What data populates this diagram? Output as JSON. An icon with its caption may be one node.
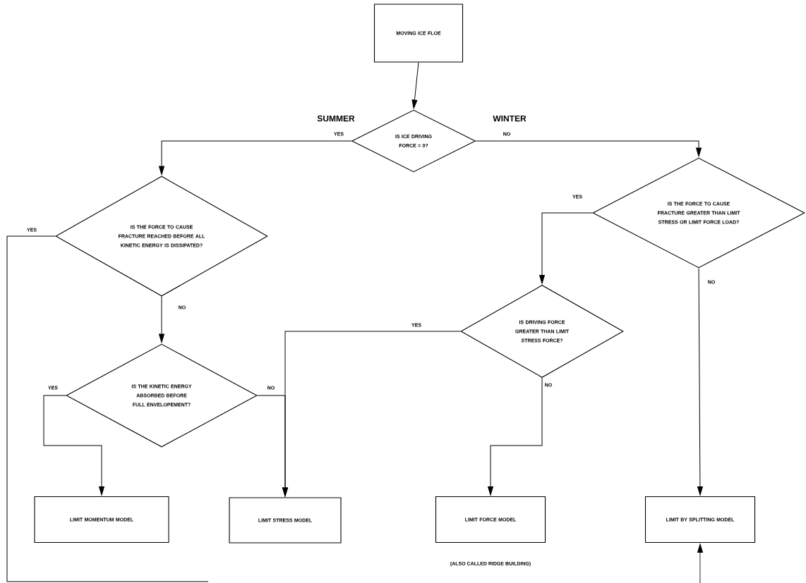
{
  "diagram": {
    "nodes": [
      {
        "text": [
          "MOVING ICE FLOE"
        ]
      },
      {
        "text": [
          "IS ICE DRIVING FORCE = 0?"
        ]
      },
      {
        "text": [
          "IS THE FORCE TO CAUSE FRACTURE REACHED BEFORE ALL KINETIC ENERGY IS DISSIPATED?"
        ]
      },
      {
        "text": [
          "IS THE FORCE TO CAUSE FRACTURE GREATER THAN LIMIT STRESS OR LIMIT FORCE LOAD?"
        ]
      },
      {
        "text": [
          "IS THE KINETIC ENERGY ABSORBED BEFORE FULL ENVELOPEMENT?"
        ]
      },
      {
        "text": [
          "IS DRIVING FORCE GREATER THAN LIMIT STRESS FORCE?"
        ]
      },
      {
        "text": [
          "LIMIT MOMENTUM MODEL"
        ]
      },
      {
        "text": [
          "LIMIT STRESS MODEL"
        ]
      },
      {
        "text": [
          "LIMIT FORCE MODEL"
        ],
        "beside": [
          "(ALSO CALLED RIDGE BUILDING)"
        ]
      },
      {
        "text": [
          "LIMIT BY SPLITTING MODEL"
        ]
      }
    ],
    "edges": [
      {
        "from": 0,
        "to": 1,
        "arrow": "to"
      },
      {
        "from": 1,
        "to": 2,
        "arrow": "to",
        "label": "YES"
      },
      {
        "from": 1,
        "to": 3,
        "arrow": "to",
        "label": "NO"
      },
      {
        "from": 2,
        "to": 4,
        "arrow": "to",
        "label": "NO"
      },
      {
        "from": 2,
        "to": null,
        "arrow": "none",
        "label": "YES"
      },
      {
        "from": 3,
        "to": 5,
        "arrow": "to",
        "label": "YES"
      },
      {
        "from": 3,
        "to": 9,
        "arrow": "to",
        "label": "NO"
      },
      {
        "from": 4,
        "to": 6,
        "arrow": "to",
        "label": "YES"
      },
      {
        "from": 4,
        "to": 7,
        "arrow": "to",
        "label": "NO"
      },
      {
        "from": 5,
        "to": 7,
        "arrow": "to",
        "label": "YES"
      },
      {
        "from": 5,
        "to": 8,
        "arrow": "to",
        "label": "NO"
      },
      {
        "from": null,
        "to": 9,
        "arrow": "to"
      }
    ],
    "labels": [
      "SUMMER",
      "WINTER"
    ]
  }
}
